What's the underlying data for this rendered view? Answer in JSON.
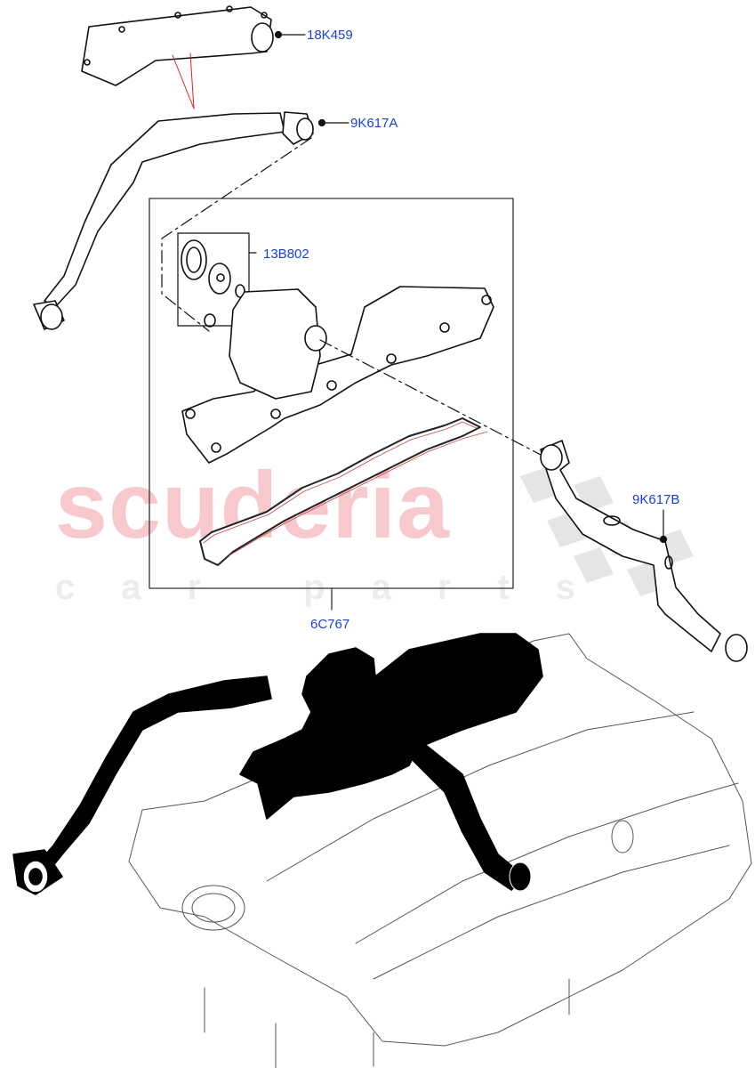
{
  "diagram": {
    "type": "exploded-parts-diagram",
    "subject": "Crankcase ventilation / oil separator and breather hoses on engine cylinder head",
    "watermark": {
      "main": "scuderia",
      "sub": "car parts",
      "main_color": "#f7c9cc",
      "sub_color": "#ececef"
    },
    "callouts": [
      {
        "id": "18K459",
        "label": "18K459",
        "part": "hose insulator / cover"
      },
      {
        "id": "9K617A",
        "label": "9K617A",
        "part": "breather hose (upper)"
      },
      {
        "id": "13B802",
        "label": "13B802",
        "part": "oil separator diaphragm kit"
      },
      {
        "id": "9K617B",
        "label": "9K617B",
        "part": "breather hose (right)"
      },
      {
        "id": "6C767",
        "label": "6C767",
        "part": "cam cover with gaskets (boxed assembly)"
      }
    ],
    "colors": {
      "callout_text": "#1a3fe0",
      "line_art": "#111111",
      "highlight_fill": "#000000",
      "reference_lines": "#e02020"
    }
  }
}
